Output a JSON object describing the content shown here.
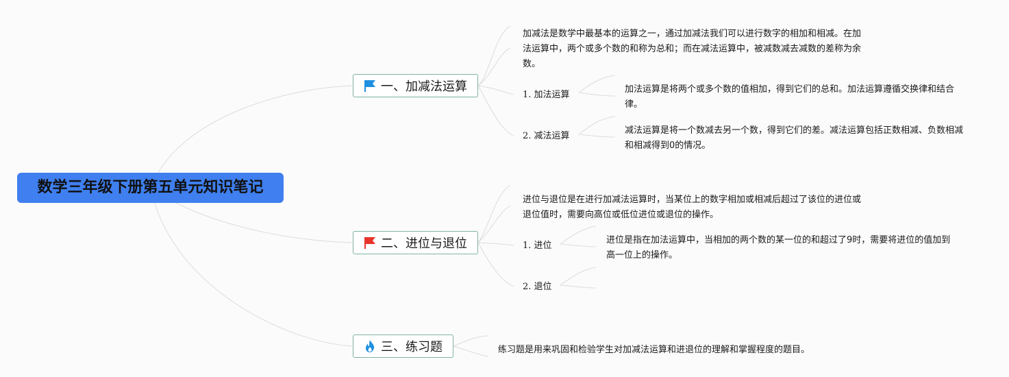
{
  "root": {
    "title": "数学三年级下册第五单元知识笔记"
  },
  "branches": [
    {
      "label": "一、加减法运算",
      "icon": "blue-flag-icon",
      "icon_color": "#1f8fe0",
      "description": "加减法是数学中最基本的运算之一，通过加减法我们可以进行数字的相加和相减。在加法运算中，两个或多个数的和称为总和；而在减法运算中，被减数减去减数的差称为余数。",
      "children": [
        {
          "label": "1. 加法运算",
          "description": "加法运算是将两个或多个数的值相加，得到它们的总和。加法运算遵循交换律和结合律。"
        },
        {
          "label": "2. 减法运算",
          "description": "减法运算是将一个数减去另一个数，得到它们的差。减法运算包括正数相减、负数相减和相减得到0的情况。"
        }
      ]
    },
    {
      "label": "二、进位与退位",
      "icon": "red-flag-icon",
      "icon_color": "#e8352b",
      "description": "进位与退位是在进行加减法运算时，当某位上的数字相加或相减后超过了该位的进位或退位值时，需要向高位或低位进位或退位的操作。",
      "children": [
        {
          "label": "1. 进位",
          "description": "进位是指在加法运算中，当相加的两个数的某一位的和超过了9时，需要将进位的值加到高一位上的操作。"
        },
        {
          "label": "2. 退位",
          "description": ""
        }
      ]
    },
    {
      "label": "三、练习题",
      "icon": "fire-icon",
      "icon_color": "#1f8fe0",
      "description": "练习题是用来巩固和检验学生对加减法运算和进退位的理解和掌握程度的题目。",
      "children": []
    }
  ]
}
